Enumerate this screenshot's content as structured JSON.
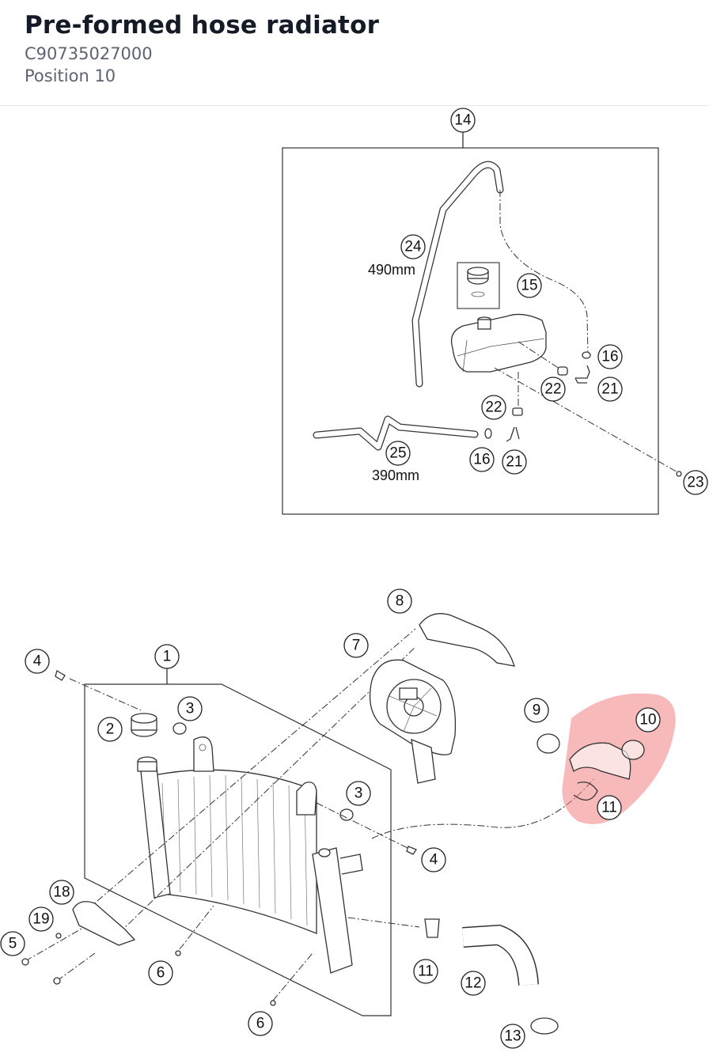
{
  "header": {
    "title": "Pre-formed hose radiator",
    "part_number": "C90735027000",
    "position": "Position 10"
  },
  "diagram": {
    "highlight_color": "#f08080",
    "dimensions": {
      "hose_24": "490mm",
      "hose_25": "390mm"
    },
    "callouts": {
      "c1": "1",
      "c2": "2",
      "c3a": "3",
      "c3b": "3",
      "c4a": "4",
      "c4b": "4",
      "c5": "5",
      "c6a": "6",
      "c6b": "6",
      "c7": "7",
      "c8": "8",
      "c9": "9",
      "c10": "10",
      "c11a": "11",
      "c11b": "11",
      "c12": "12",
      "c13": "13",
      "c14": "14",
      "c15": "15",
      "c16a": "16",
      "c16b": "16",
      "c18": "18",
      "c19": "19",
      "c21a": "21",
      "c21b": "21",
      "c22a": "22",
      "c22b": "22",
      "c23": "23",
      "c24": "24",
      "c25": "25"
    }
  }
}
